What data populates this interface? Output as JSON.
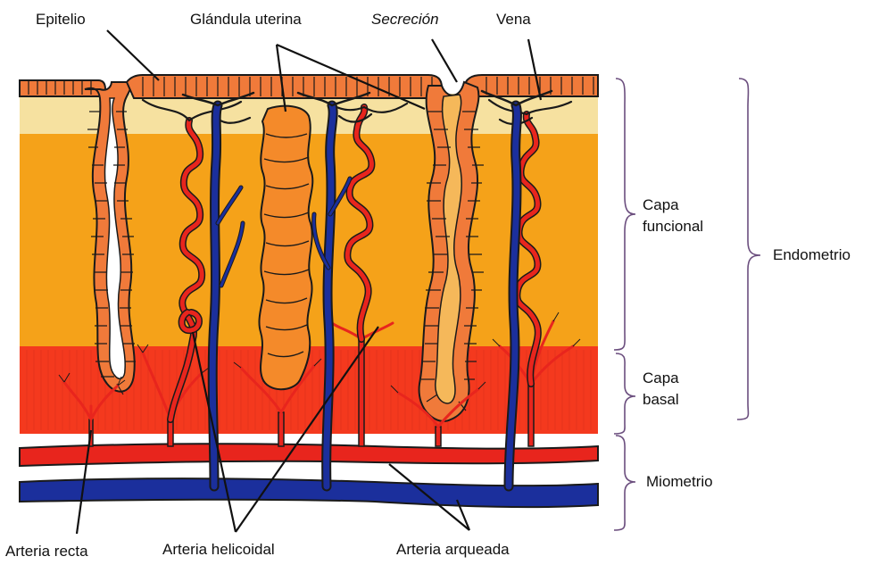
{
  "labels": {
    "epitelio": "Epitelio",
    "glandula": "Glándula uterina",
    "secrecion": "Secreción",
    "vena": "Vena",
    "capa_funcional_1": "Capa",
    "capa_funcional_2": "funcional",
    "capa_basal_1": "Capa",
    "capa_basal_2": "basal",
    "endometrio": "Endometrio",
    "miometrio": "Miometrio",
    "arteria_recta": "Arteria recta",
    "arteria_helicoidal": "Arteria helicoidal",
    "arteria_arqueada": "Arteria arqueada"
  },
  "colors": {
    "surface_band": "#f6e1a0",
    "functional_layer": "#f5a219",
    "basal_layer": "#f4391e",
    "epithelium": "#f07a3a",
    "gland_fill": "#f48a2a",
    "artery": "#e8251d",
    "vein": "#1b2f9c",
    "outline": "#1a1a1a"
  }
}
